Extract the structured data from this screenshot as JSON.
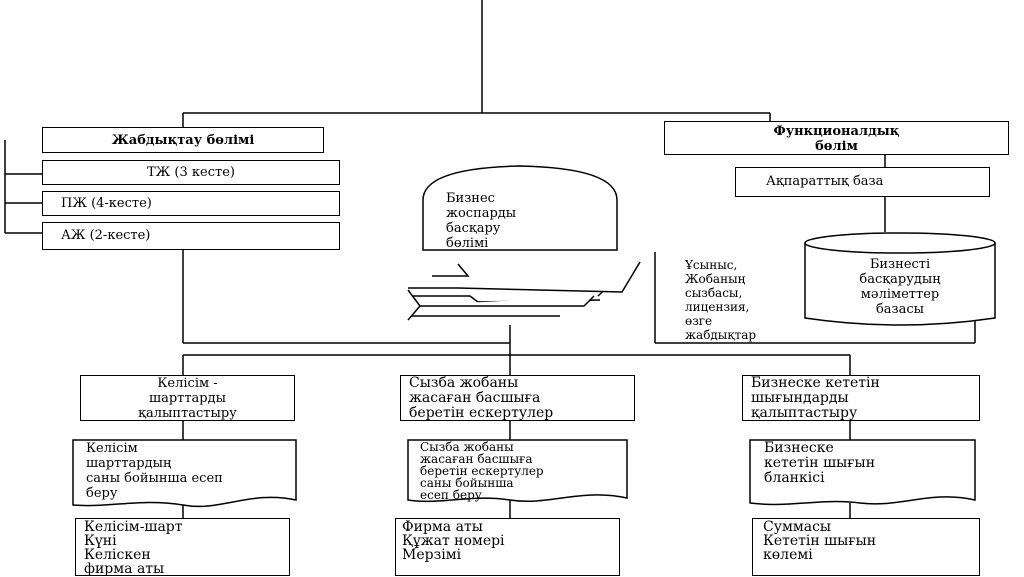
{
  "supply_dept": {
    "title": "Жабдықтау бөлімі",
    "items": [
      "ТЖ (3 кесте)",
      "ПЖ (4-кесте)",
      "АЖ (2-кесте)"
    ]
  },
  "functional_dept": {
    "title": "Функционалдық\nбөлім",
    "info_base": "Ақпараттық база",
    "database": "Бизнесті\nбасқарудың\nмәліметтер\nбазасы"
  },
  "business_planning": "Бизнес\nжоспарды\nбасқару\nбөлімі",
  "documents_note": "Ұсыныс,\nЖобаның\nсызбасы,\nлицензия,\nөзге\nжабдықтар",
  "columns": [
    {
      "top": "Келісім -\nшарттарды\nқалыптастыру",
      "report": "Келісім\nшарттардың\nсаны бойынша есеп\nберу",
      "fields": "Келісім-шарт\nКүні\nКеліскен\nфирма аты"
    },
    {
      "top": "Сызба жобаны\nжасаған басшыға\nберетін ескертулер",
      "report": "Сызба жобаны\nжасаған басшыға\nберетін ескертулер\nсаны бойынша\nесеп беру",
      "fields": "Фирма аты\nҚұжат номері\nМерзімі"
    },
    {
      "top": "Бизнеске кететін\nшығындарды\nқалыптастыру",
      "report": "Бизнеске\nкететін шығын\nбланкісі",
      "fields": "Суммасы\nКететін шығын\nкөлемі"
    }
  ]
}
